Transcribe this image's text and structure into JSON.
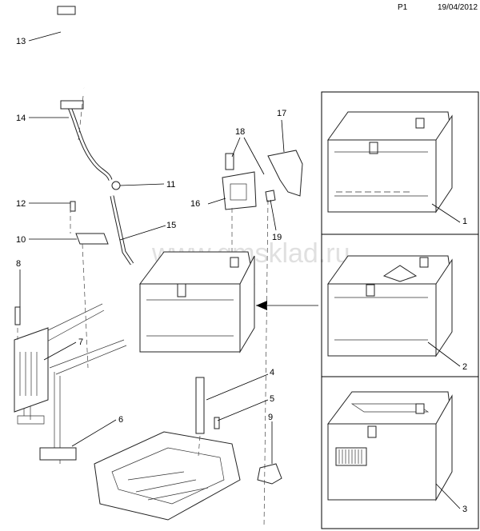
{
  "header": {
    "page": "P1",
    "date": "19/04/2012"
  },
  "watermark": "www.gmsklad.ru",
  "callouts": {
    "c1": "1",
    "c2": "2",
    "c3": "3",
    "c4": "4",
    "c5": "5",
    "c6": "6",
    "c7": "7",
    "c8": "8",
    "c9": "9",
    "c10": "10",
    "c11": "11",
    "c12": "12",
    "c13": "13",
    "c14": "14",
    "c15": "15",
    "c16": "16",
    "c17": "17",
    "c18": "18",
    "c19": "19"
  }
}
